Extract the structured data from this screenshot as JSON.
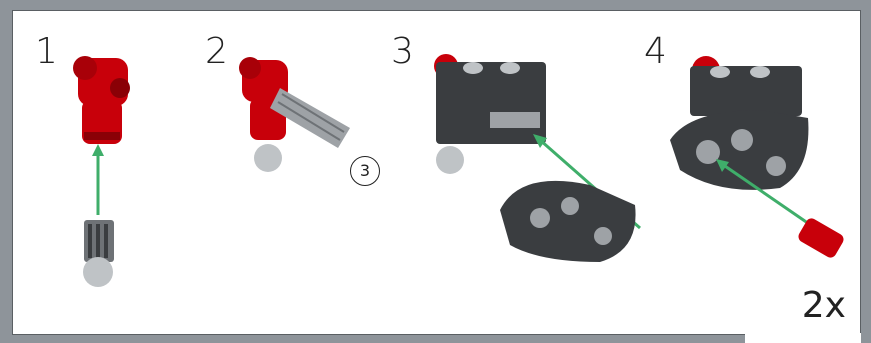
{
  "steps": [
    {
      "number": "1"
    },
    {
      "number": "2"
    },
    {
      "number": "3"
    },
    {
      "number": "4"
    }
  ],
  "callout": {
    "count": "3"
  },
  "quantity": "2x",
  "colors": {
    "red": "#c8000a",
    "dark_gray": "#3a3d40",
    "light_gray": "#bfc3c6",
    "arrow_green": "#3fae6a"
  }
}
